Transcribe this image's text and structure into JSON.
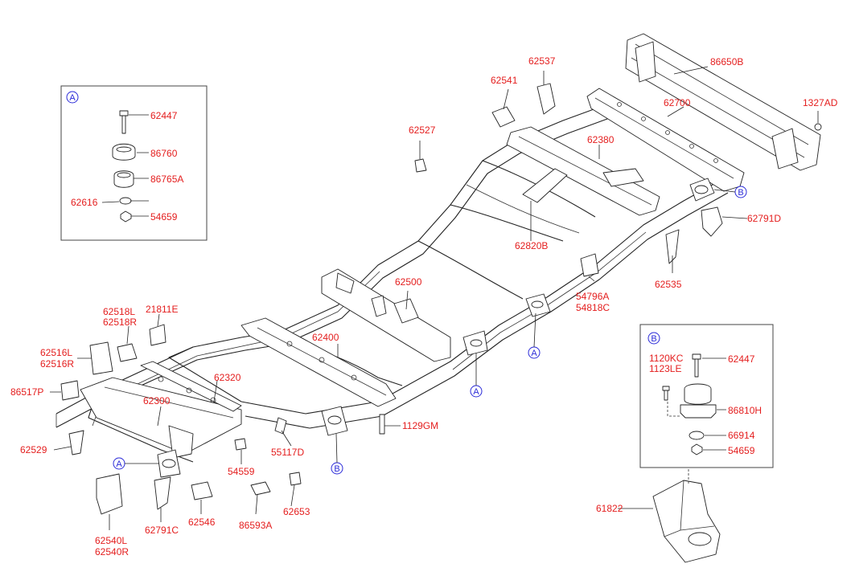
{
  "callouts": {
    "l62447_a": "62447",
    "l86760": "86760",
    "l86765a": "86765A",
    "l62616": "62616",
    "l54659_a": "54659",
    "l62541": "62541",
    "l62537": "62537",
    "l86650b": "86650B",
    "l1327ad": "1327AD",
    "l62700": "62700",
    "l62527": "62527",
    "l62380": "62380",
    "l62791d": "62791D",
    "l62820b": "62820B",
    "l62500": "62500",
    "l54796a": "54796A",
    "l54818c": "54818C",
    "l62535": "62535",
    "l62518l": "62518L",
    "l62518r": "62518R",
    "l21811e": "21811E",
    "l62516l": "62516L",
    "l62516r": "62516R",
    "l62400": "62400",
    "l86517p": "86517P",
    "l62320": "62320",
    "l62300": "62300",
    "l1129gm": "1129GM",
    "l62529": "62529",
    "l55117d": "55117D",
    "l54559": "54559",
    "l62540l": "62540L",
    "l62540r": "62540R",
    "l62791c": "62791C",
    "l62546": "62546",
    "l86593a": "86593A",
    "l62653": "62653",
    "l1120kc": "1120KC",
    "l1123le": "1123LE",
    "l62447_b": "62447",
    "l86810h": "86810H",
    "l66914": "66914",
    "l54659_b": "54659",
    "l61822": "61822"
  },
  "refs": {
    "a": "A",
    "b": "B"
  },
  "colors": {
    "label": "#e41e1e",
    "ref_marker": "#2a2ad8",
    "line": "#222222"
  }
}
